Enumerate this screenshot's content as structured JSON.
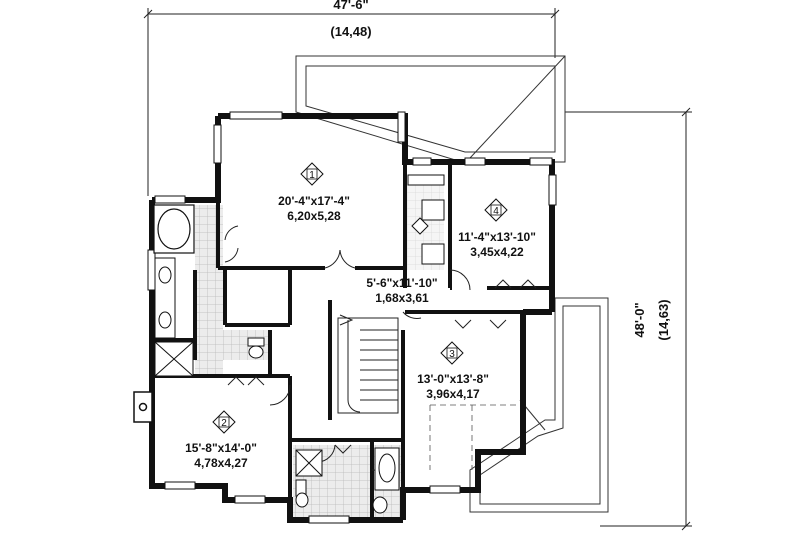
{
  "dimensions": {
    "width_imperial": "47'-6\"",
    "width_metric": "(14,48)",
    "depth_imperial": "48'-0\"",
    "depth_metric": "(14,63)"
  },
  "rooms": [
    {
      "number": "1",
      "size_imperial": "20'-4\"x17'-4\"",
      "size_metric": "6,20x5,28"
    },
    {
      "number": "2",
      "size_imperial": "15'-8\"x14'-0\"",
      "size_metric": "4,78x4,27"
    },
    {
      "number": "3",
      "size_imperial": "13'-0\"x13'-8\"",
      "size_metric": "3,96x4,17"
    },
    {
      "number": "4",
      "size_imperial": "11'-4\"x13'-10\"",
      "size_metric": "3,45x4,22"
    }
  ],
  "hall": {
    "size_imperial": "5'-6\"x11'-10\"",
    "size_metric": "1,68x3,61"
  },
  "colors": {
    "wall": "#111111",
    "line": "#222222",
    "paper": "#ffffff",
    "tile": "#bbbbbb",
    "tile_bg": "#e9e9e9"
  }
}
